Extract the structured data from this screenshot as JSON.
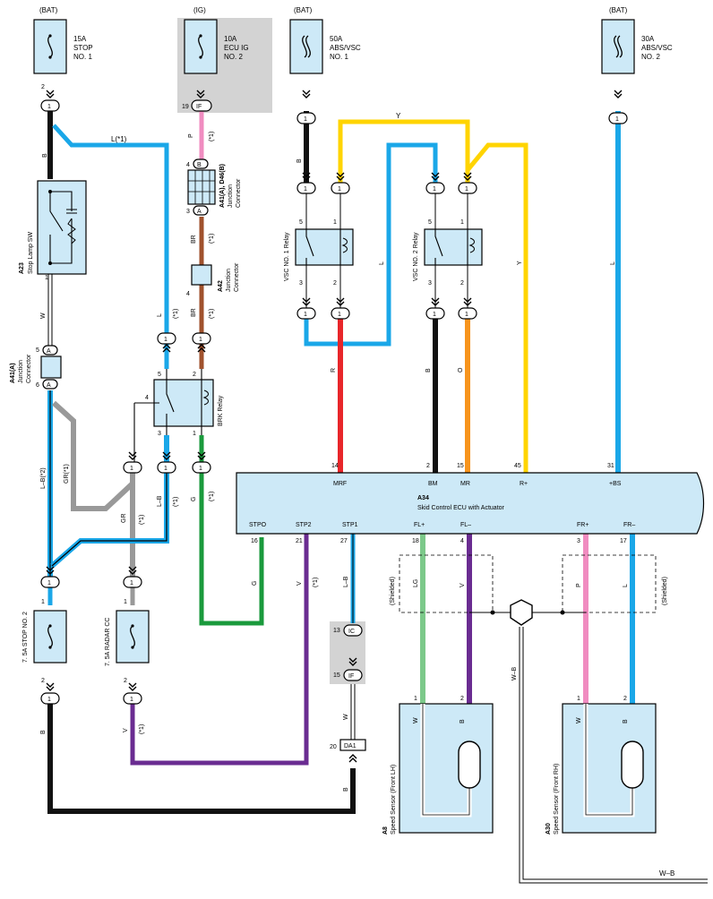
{
  "colors": {
    "black": "#111111",
    "pink": "#f08cc0",
    "brown": "#a0522d",
    "white": "#ffffff",
    "lightblue": "#1aa7e8",
    "gray": "#999999",
    "green": "#1a9a3c",
    "violet": "#6a2c91",
    "red": "#e8262a",
    "orange": "#f7941d",
    "yellow": "#ffd400",
    "lightgreen": "#7cc98a",
    "box": "#cde9f7",
    "ig": "#d3d3d3"
  },
  "fuses": [
    {
      "supply": "(BAT)",
      "rating": "15A",
      "name1": "STOP",
      "name2": "NO. 1",
      "pin": "2",
      "conn": "1"
    },
    {
      "supply": "(IG)",
      "rating": "10A",
      "name1": "ECU IG",
      "name2": "NO. 2",
      "pin": "19",
      "conn": "IF"
    },
    {
      "supply": "(BAT)",
      "rating": "50A",
      "name1": "ABS/VSC",
      "name2": "NO. 1",
      "conn": "1"
    },
    {
      "supply": "(BAT)",
      "rating": "30A",
      "name1": "ABS/VSC",
      "name2": "NO. 2",
      "conn": "1"
    }
  ],
  "fuses_low": [
    {
      "name": "7. 5A STOP NO. 2",
      "pin_top": "1",
      "pin_bot": "2",
      "conn": "1"
    },
    {
      "name": "7. 5A RADAR CC",
      "pin_top": "1",
      "pin_bot": "2",
      "conn": "1"
    }
  ],
  "components": {
    "stop_sw_id": "A23",
    "stop_sw_name": "Stop Lamp SW",
    "jc_a41_id": "A41(A)",
    "jc_a41_name1": "Junction",
    "jc_a41_name2": "Connector",
    "jc_a41d46_id": "A41(A), D46(B)",
    "jc_a41d46_name1": "Junction",
    "jc_a41d46_name2": "Connector",
    "jc_a42_id": "A42",
    "jc_a42_name1": "Junction",
    "jc_a42_name2": "Connector",
    "brk_relay": "BRK Relay",
    "vsc1_relay": "VSC NO. 1 Relay",
    "vsc2_relay": "VSC NO. 2 Relay",
    "ecu_id": "A34",
    "ecu_name": "Skid Control ECU with Actuator",
    "sensor_lh_id": "A8",
    "sensor_lh_name": "Speed Sensor (Front LH)",
    "sensor_rh_id": "A30",
    "sensor_rh_name": "Speed Sensor (Front RH)"
  },
  "ecu_top_pins": [
    {
      "num": "14",
      "name": "MRF"
    },
    {
      "num": "2",
      "name": "BM"
    },
    {
      "num": "15",
      "name": "MR"
    },
    {
      "num": "45",
      "name": "R+"
    },
    {
      "num": "31",
      "name": "+BS"
    }
  ],
  "ecu_bottom_pins": [
    {
      "num": "16",
      "name": "STPO"
    },
    {
      "num": "21",
      "name": "STP2"
    },
    {
      "num": "27",
      "name": "STP1"
    },
    {
      "num": "18",
      "name": "FL+"
    },
    {
      "num": "4",
      "name": "FL–"
    },
    {
      "num": "3",
      "name": "FR+"
    },
    {
      "num": "17",
      "name": "FR–"
    }
  ],
  "wire_labels": {
    "b": "B",
    "l_star1": "L(*1)",
    "p": "P",
    "star1": "(*1)",
    "br": "BR",
    "w": "W",
    "l": "L",
    "y": "Y",
    "r": "R",
    "o": "O",
    "g": "G",
    "v": "V",
    "lb": "L–B",
    "lb_star2": "L–B(*2)",
    "gr": "GR",
    "gr_star1": "GR(*1)",
    "lg": "LG",
    "wb": "W–B",
    "shielded": "(Shielded)"
  },
  "pin_numbers": {
    "p1": "1",
    "p2": "2",
    "p3": "3",
    "p4": "4",
    "p5": "5",
    "p6": "6",
    "p13": "13",
    "p15": "15",
    "p20": "20"
  },
  "conn_letters": {
    "a": "A",
    "b": "B",
    "ic": "IC",
    "if": "IF",
    "da1": "DA1"
  }
}
